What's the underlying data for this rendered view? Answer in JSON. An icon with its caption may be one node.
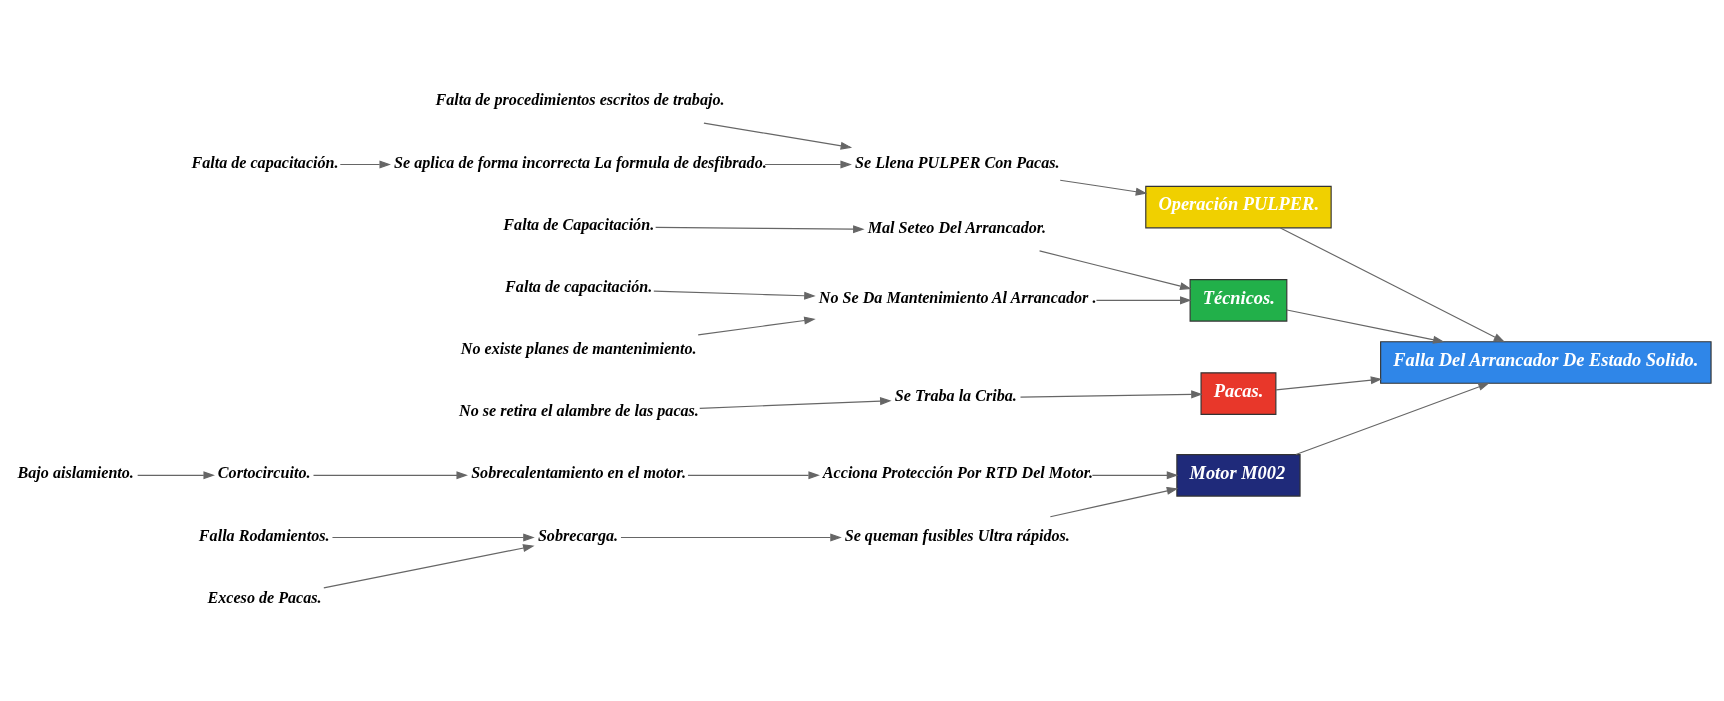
{
  "diagram": {
    "nodes": [
      {
        "text": [
          "Motor M002"
        ]
      },
      {
        "text": [
          "Operación PULPER."
        ]
      },
      {
        "text": [
          "Falta de procedimientos escritos de trabajo."
        ]
      },
      {
        "text": [
          "Sobrecalentamiento en el motor."
        ]
      },
      {
        "text": [
          "Falla Rodamientos."
        ]
      },
      {
        "text": [
          "Se Llena PULPER Con Pacas."
        ]
      },
      {
        "text": [
          "Sobrecarga."
        ]
      },
      {
        "text": [
          "Bajo aislamiento."
        ]
      },
      {
        "text": [
          "Exceso de Pacas."
        ]
      },
      {
        "text": [
          "Falta de capacitación."
        ]
      },
      {
        "text": [
          "Cortocircuito."
        ]
      },
      {
        "text": [
          "Se aplica de forma incorrecta La formula de desfibrado."
        ]
      },
      {
        "text": [
          "Acciona Protección Por RTD Del Motor."
        ]
      },
      {
        "text": [
          "Se queman fusibles Ultra rápidos."
        ]
      },
      {
        "text": [
          "Falla Del Arrancador De Estado Solido."
        ]
      },
      {
        "text": [
          "Falta de capacitación."
        ]
      },
      {
        "text": [
          "Mal Seteo Del Arrancador."
        ]
      },
      {
        "text": [
          "No Se Da Mantenimiento Al Arrancador ."
        ]
      },
      {
        "text": [
          "Se Traba la Criba."
        ]
      },
      {
        "text": [
          "Falta de Capacitación."
        ]
      },
      {
        "text": [
          "No existe planes de mantenimiento."
        ]
      },
      {
        "text": [
          "No se retira el alambre de las pacas."
        ]
      },
      {
        "text": [
          "Técnicos."
        ]
      },
      {
        "text": [
          "Pacas."
        ]
      }
    ],
    "edges": [
      {
        "from": 0,
        "to": 14,
        "arrow": "to"
      },
      {
        "from": 1,
        "to": 14,
        "arrow": "to"
      },
      {
        "from": 22,
        "to": 14,
        "arrow": "to"
      },
      {
        "from": 23,
        "to": 14,
        "arrow": "to"
      },
      {
        "from": 12,
        "to": 0,
        "arrow": "to"
      },
      {
        "from": 3,
        "to": 12,
        "arrow": "to"
      },
      {
        "from": 10,
        "to": 3,
        "arrow": "to"
      },
      {
        "from": 7,
        "to": 10,
        "arrow": "to"
      },
      {
        "from": 13,
        "to": 0,
        "arrow": "to"
      },
      {
        "from": 6,
        "to": 13,
        "arrow": "to"
      },
      {
        "from": 4,
        "to": 6,
        "arrow": "to"
      },
      {
        "from": 8,
        "to": 6,
        "arrow": "to"
      },
      {
        "from": 5,
        "to": 1,
        "arrow": "to"
      },
      {
        "from": 2,
        "to": 5,
        "arrow": "to"
      },
      {
        "from": 11,
        "to": 5,
        "arrow": "to"
      },
      {
        "from": 9,
        "to": 11,
        "arrow": "to"
      },
      {
        "from": 17,
        "to": 22,
        "arrow": "to"
      },
      {
        "from": 15,
        "to": 17,
        "arrow": "to"
      },
      {
        "from": 20,
        "to": 17,
        "arrow": "to"
      },
      {
        "from": 16,
        "to": 22,
        "arrow": "to"
      },
      {
        "from": 19,
        "to": 16,
        "arrow": "to"
      },
      {
        "from": 18,
        "to": 23,
        "arrow": "to"
      },
      {
        "from": 21,
        "to": 18,
        "arrow": "to"
      }
    ]
  }
}
